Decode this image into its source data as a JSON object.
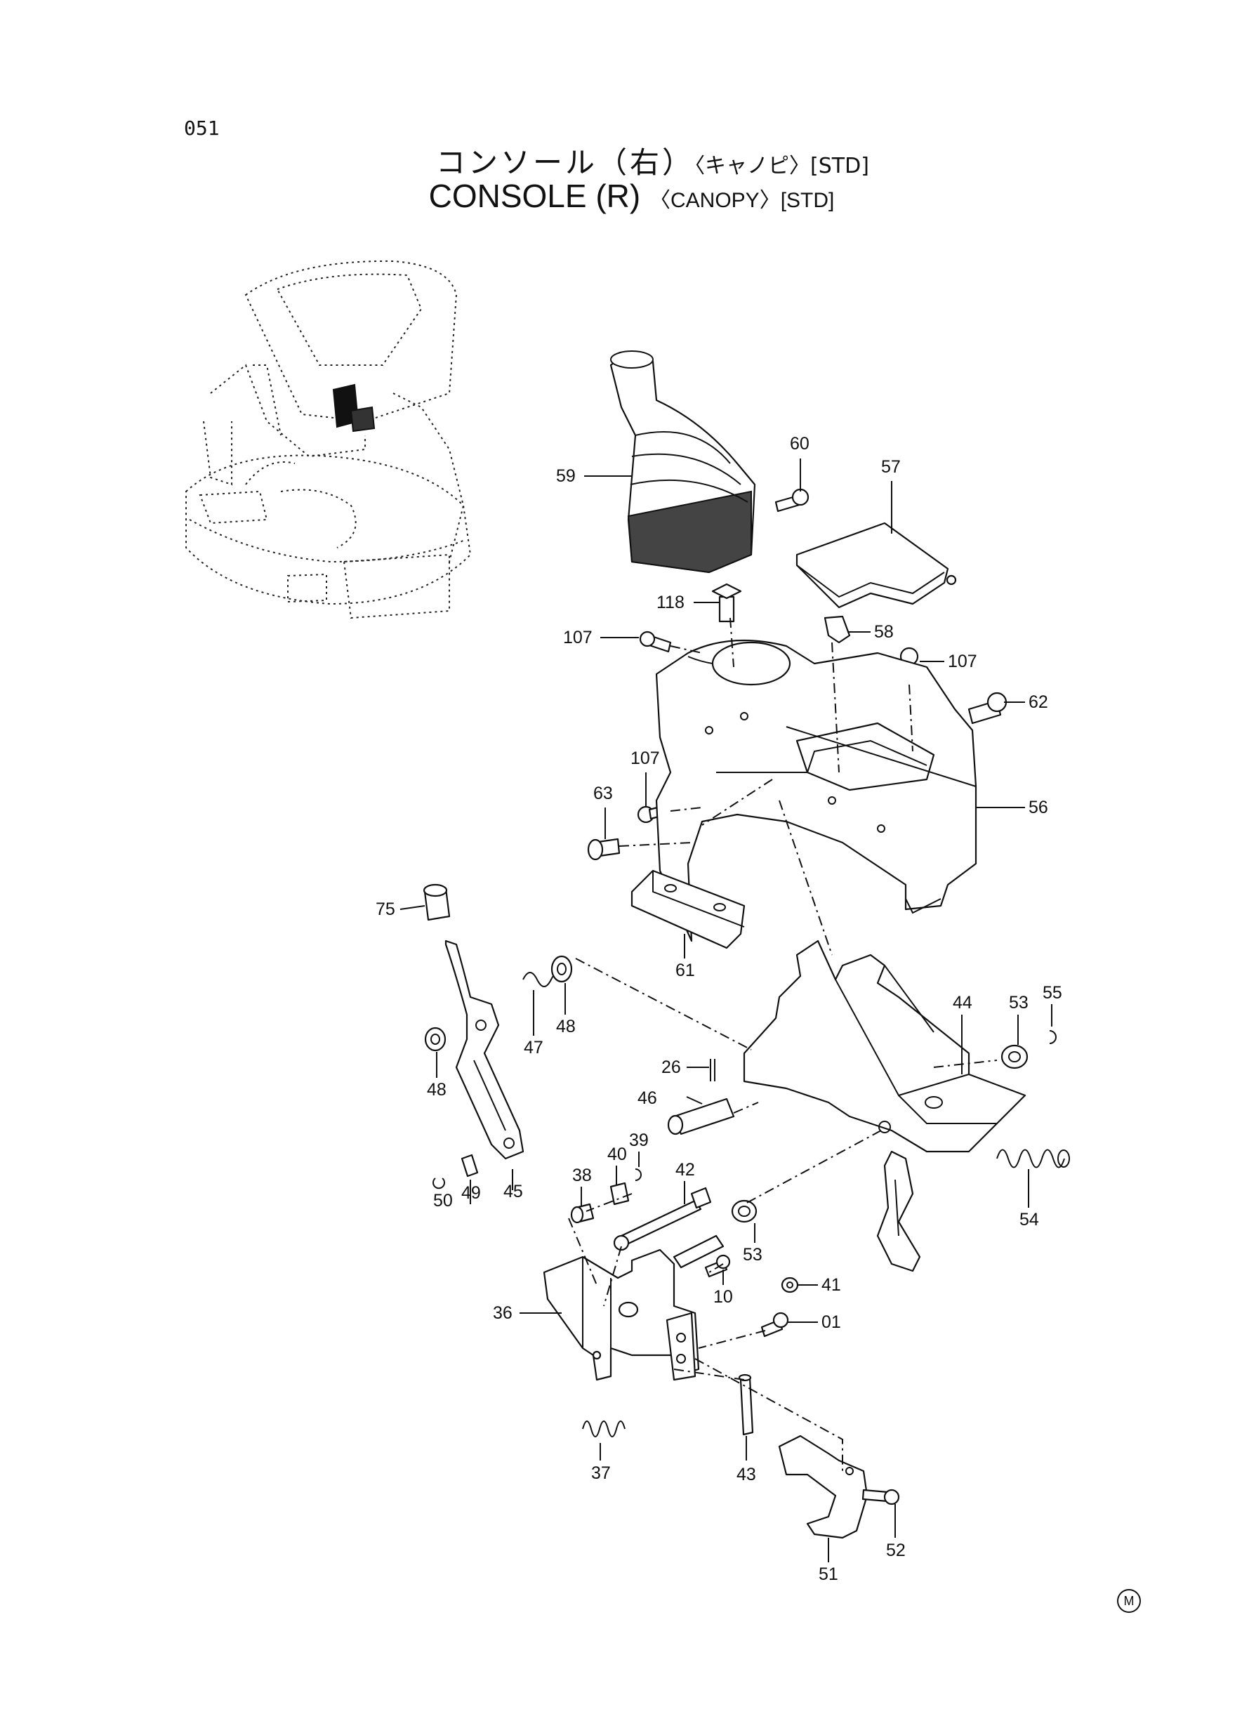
{
  "page_number": "051",
  "title": {
    "jp_main": "コンソール（右）",
    "jp_sub": "〈キャノピ〉[STD]",
    "en_main": "CONSOLE (R)",
    "en_sub": "〈CANOPY〉[STD]"
  },
  "corner_mark": "M",
  "labels": [
    {
      "id": "59",
      "text": "59"
    },
    {
      "id": "60",
      "text": "60"
    },
    {
      "id": "57",
      "text": "57"
    },
    {
      "id": "118",
      "text": "118"
    },
    {
      "id": "58",
      "text": "58"
    },
    {
      "id": "107a",
      "text": "107"
    },
    {
      "id": "107b",
      "text": "107"
    },
    {
      "id": "62",
      "text": "62"
    },
    {
      "id": "107c",
      "text": "107"
    },
    {
      "id": "63",
      "text": "63"
    },
    {
      "id": "56",
      "text": "56"
    },
    {
      "id": "75",
      "text": "75"
    },
    {
      "id": "61",
      "text": "61"
    },
    {
      "id": "47",
      "text": "47"
    },
    {
      "id": "48a",
      "text": "48"
    },
    {
      "id": "48b",
      "text": "48"
    },
    {
      "id": "44",
      "text": "44"
    },
    {
      "id": "53a",
      "text": "53"
    },
    {
      "id": "55",
      "text": "55"
    },
    {
      "id": "26",
      "text": "26"
    },
    {
      "id": "46",
      "text": "46"
    },
    {
      "id": "38",
      "text": "38"
    },
    {
      "id": "40",
      "text": "40"
    },
    {
      "id": "39",
      "text": "39"
    },
    {
      "id": "42",
      "text": "42"
    },
    {
      "id": "50",
      "text": "50"
    },
    {
      "id": "49",
      "text": "49"
    },
    {
      "id": "45",
      "text": "45"
    },
    {
      "id": "54",
      "text": "54"
    },
    {
      "id": "53b",
      "text": "53"
    },
    {
      "id": "41",
      "text": "41"
    },
    {
      "id": "10",
      "text": "10"
    },
    {
      "id": "01",
      "text": "01"
    },
    {
      "id": "36",
      "text": "36"
    },
    {
      "id": "37",
      "text": "37"
    },
    {
      "id": "43",
      "text": "43"
    },
    {
      "id": "51",
      "text": "51"
    },
    {
      "id": "52",
      "text": "52"
    }
  ]
}
